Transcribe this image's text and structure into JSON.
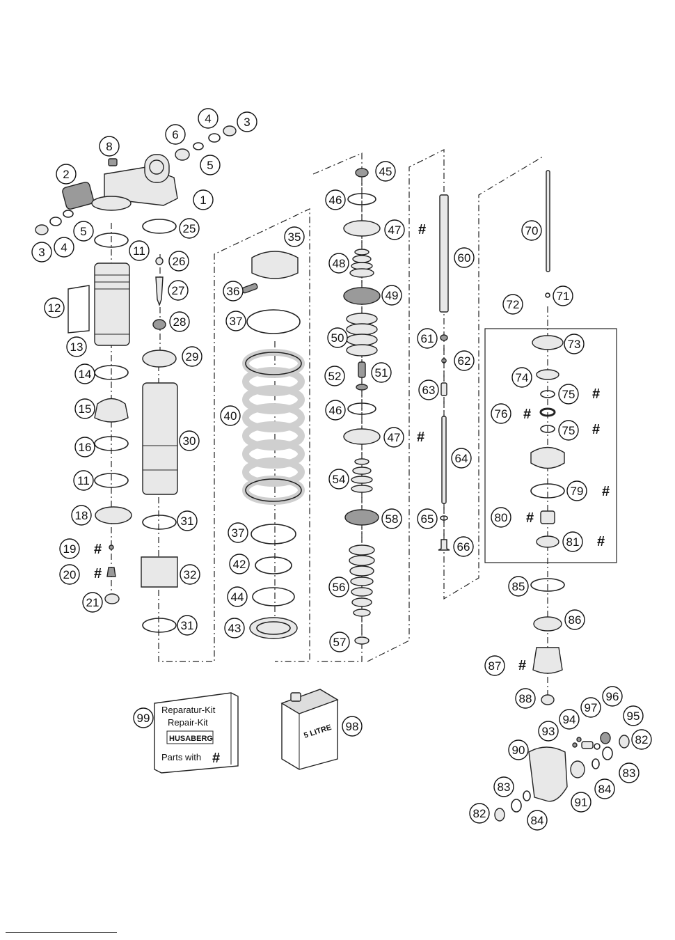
{
  "callouts": [
    "1",
    "2",
    "3",
    "4",
    "5",
    "6",
    "8",
    "11",
    "12",
    "13",
    "14",
    "15",
    "16",
    "18",
    "19",
    "20",
    "21",
    "25",
    "26",
    "27",
    "28",
    "29",
    "30",
    "31",
    "32",
    "35",
    "36",
    "37",
    "40",
    "42",
    "43",
    "44",
    "45",
    "46",
    "47",
    "48",
    "49",
    "50",
    "51",
    "52",
    "54",
    "56",
    "57",
    "58",
    "60",
    "61",
    "62",
    "63",
    "64",
    "65",
    "66",
    "70",
    "71",
    "72",
    "73",
    "74",
    "75",
    "76",
    "79",
    "80",
    "81",
    "82",
    "83",
    "84",
    "85",
    "86",
    "87",
    "88",
    "90",
    "91",
    "93",
    "94",
    "95",
    "96",
    "97",
    "98",
    "99"
  ],
  "kit_marker": "#",
  "repair_kit": {
    "line1": "Reparatur-Kit",
    "line2": "Repair-Kit",
    "brand": "HUSABERG",
    "line3": "Parts with"
  },
  "oil_can": {
    "label": "5 LITRE"
  }
}
